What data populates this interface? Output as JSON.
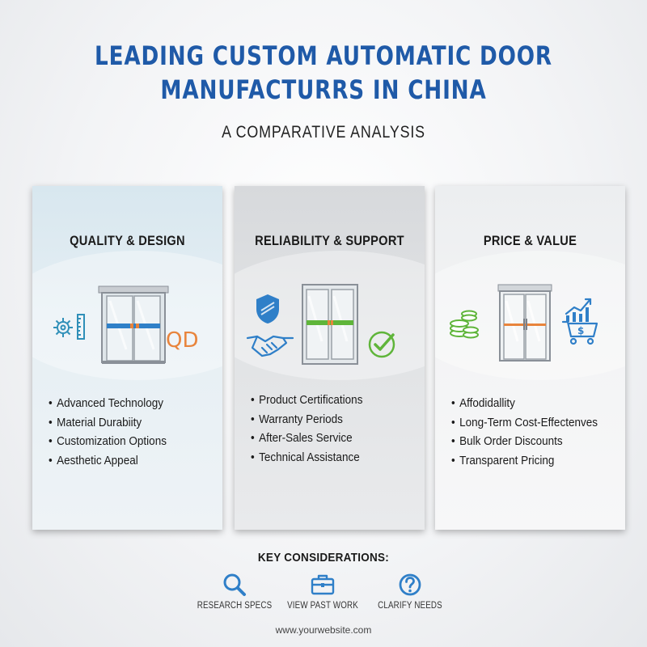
{
  "header": {
    "title_line1": "LEADING CUSTOM AUTOMATIC DOOR",
    "title_line2": "MANUFACTURRS IN CHINA",
    "subtitle": "A COMPARATIVE ANALYSIS"
  },
  "cards": [
    {
      "title": "QUALITY & DESIGN",
      "icon_text": "QD",
      "icons": [
        "gear-ruler-icon",
        "sliding-door-icon",
        "qd-logo-icon"
      ],
      "bullets": [
        "Advanced Technology",
        "Material Durabiity",
        "Customization Options",
        "Aesthetic Appeal"
      ]
    },
    {
      "title": "RELIABILITY & SUPPORT",
      "icons": [
        "shield-icon",
        "handshake-icon",
        "sliding-door-icon",
        "checkmark-icon"
      ],
      "bullets": [
        "Product Certifications",
        "Warranty Periods",
        "After-Sales Service",
        "Technical Assistance"
      ]
    },
    {
      "title": "PRICE & VALUE",
      "icons": [
        "coins-icon",
        "sliding-door-icon",
        "cart-chart-icon"
      ],
      "bullets": [
        "Affodidallity",
        "Long-Term Cost-Effectenves",
        "Bulk Order Discounts",
        "Transparent Pricing"
      ]
    }
  ],
  "key_considerations": {
    "title": "KEY CONSIDERATIONS:",
    "items": [
      {
        "label": "RESEARCH SPECS",
        "icon": "magnifier-icon"
      },
      {
        "label": "VIEW PAST WORK",
        "icon": "briefcase-icon"
      },
      {
        "label": "CLARIFY NEEDS",
        "icon": "question-icon"
      }
    ]
  },
  "footer": {
    "website": "www.yourwebsite.com"
  },
  "colors": {
    "title_blue": "#1f5aa8",
    "icon_blue": "#2f7fc8",
    "accent_orange": "#e8843c",
    "accent_green": "#5fb53a"
  }
}
